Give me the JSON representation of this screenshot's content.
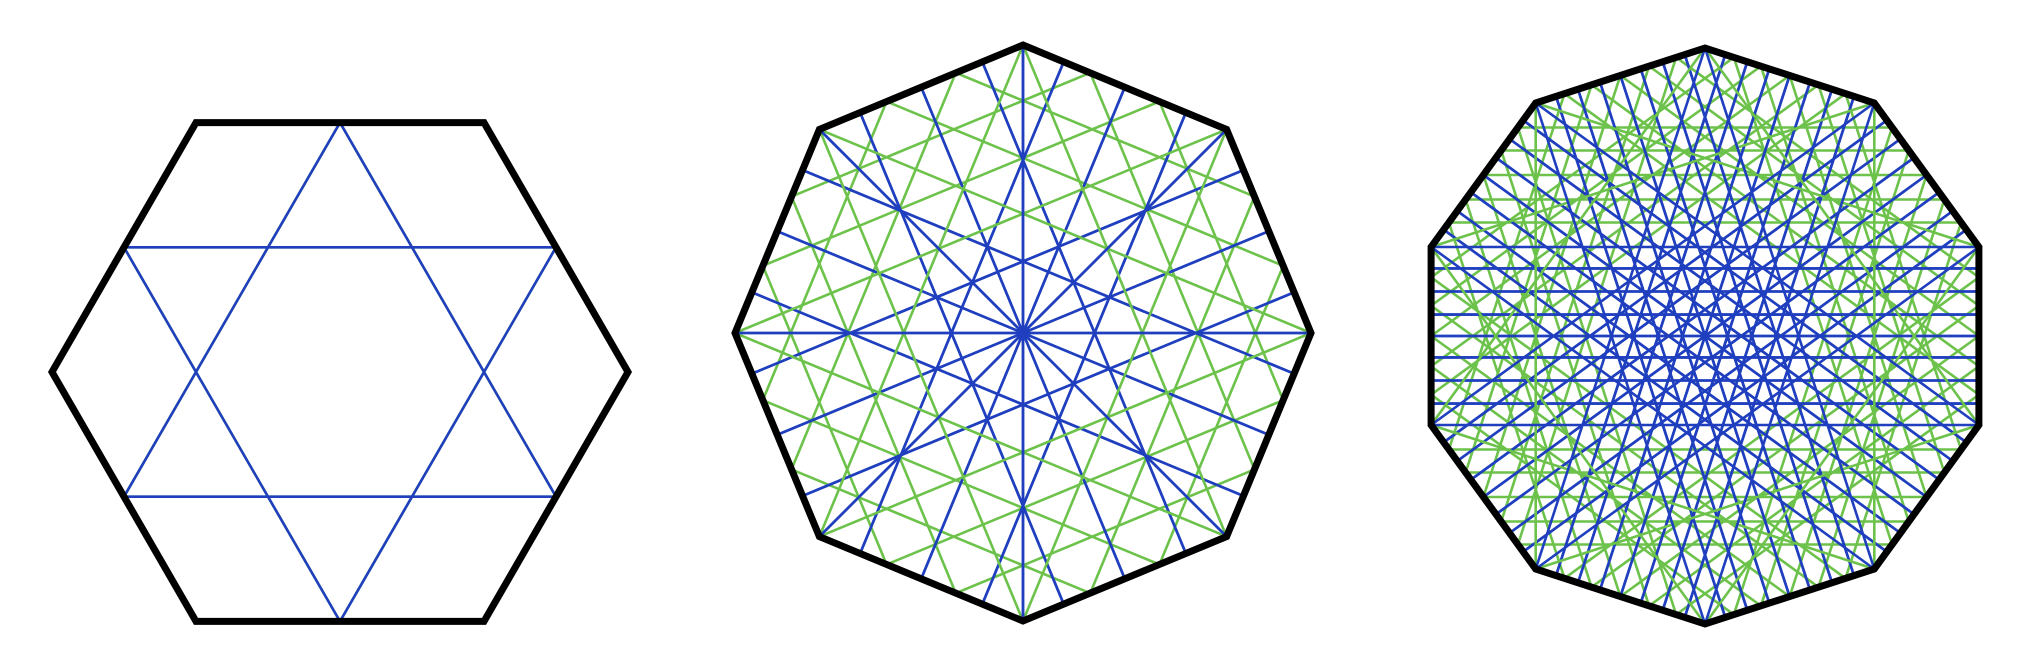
{
  "figure": {
    "background": "#ffffff",
    "outline_color": "#000000",
    "colors": {
      "green": "#6cc24a",
      "blue": "#1f3fbf"
    },
    "polygons": [
      {
        "name": "hexagon",
        "sides": 6,
        "chord_families": [
          {
            "color": "green",
            "edge_points": [
              0.5
            ]
          },
          {
            "color": "blue",
            "edge_points": [
              0.5
            ]
          }
        ]
      },
      {
        "name": "octagon",
        "sides": 8,
        "chord_families": [
          {
            "color": "green",
            "edge_points": [
              0.33,
              0.67
            ]
          },
          {
            "color": "blue",
            "edge_points": [
              0.2,
              0.5,
              0.8
            ]
          }
        ]
      },
      {
        "name": "decagon",
        "sides": 10,
        "chord_families": [
          {
            "color": "green",
            "edge_points": [
              0.17,
              0.33,
              0.5,
              0.67,
              0.83
            ]
          },
          {
            "color": "blue",
            "edge_points": [
              0.12,
              0.25,
              0.38,
              0.5,
              0.62,
              0.75,
              0.88
            ]
          }
        ]
      }
    ]
  }
}
